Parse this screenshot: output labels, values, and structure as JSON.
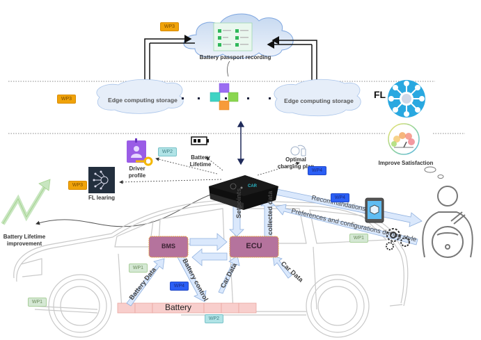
{
  "cloud_top": {
    "label": "Battery passport recording",
    "wp_badge": "WP3"
  },
  "edge_layer": {
    "wp_badge": "WP3",
    "left_storage": "Edge computing storage",
    "right_storage": "Edge computing storage",
    "fl_label": "FL"
  },
  "icons_row": {
    "driver_profile": "Driver profile",
    "driver_profile_wp": "WP2",
    "battery_lifetime": "Battery Lifetime",
    "optimal_charging": "Optimal charging plan",
    "optimal_charging_wp": "WP4",
    "improve_satisfaction": "Improve Satisfaction",
    "fl_learning": "FL learing",
    "fl_learning_wp": "WP3"
  },
  "left_side": {
    "battery_lifetime_improvement": "Battery Lifetime improvement",
    "wp1_front": "WP1"
  },
  "device": {
    "brand": "CAR"
  },
  "driver_links": {
    "recommendations": "Recommandations",
    "recommendations_wp": "WP4",
    "preferences": "Preferences and configurations driving style",
    "preferences_wp": "WP1"
  },
  "vehicle": {
    "bms": "BMS",
    "ecu": "ECU",
    "battery": "Battery",
    "battery_wp": "WP2",
    "bms_wp": "WP1",
    "battery_control_wp": "WP4",
    "edges": {
      "battery_data": "Battery Data",
      "battery_control": "Battery control",
      "car_data_1": "Car Data",
      "car_data_2": "Car Data",
      "setpoints": "Setpoints",
      "collected_data": "collected data"
    }
  },
  "colors": {
    "module_fill": "#b5739d",
    "module_border": "#e8a33a",
    "battery_fill": "#f8cecc",
    "flow_arrow": "#dae8fc",
    "cloud_fill": "#e6eef9",
    "fl_blue": "#29a8e0"
  }
}
